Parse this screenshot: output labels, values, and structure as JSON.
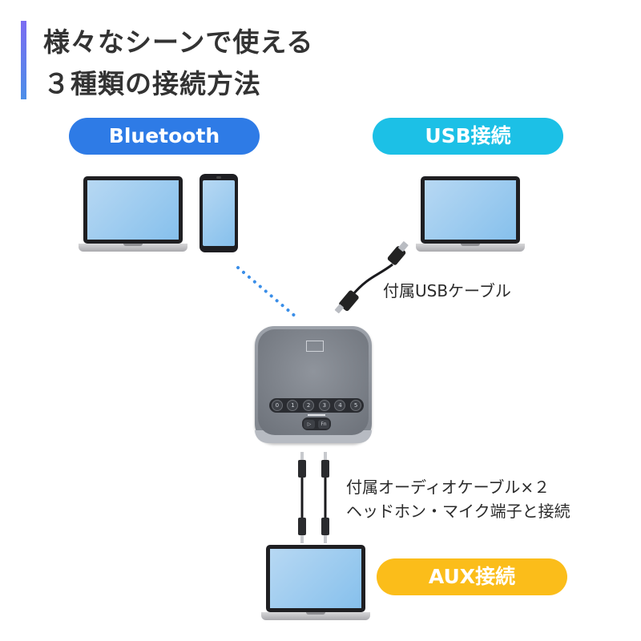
{
  "title": {
    "line1": "様々なシーンで使える",
    "line2": "３種類の接続方法"
  },
  "modes": {
    "bluetooth": "Bluetooth",
    "usb": "USB接続",
    "aux": "AUX接続"
  },
  "labels": {
    "usb_cable": "付属USBケーブル",
    "aux_cable_line1": "付属オーディオケーブル×２",
    "aux_cable_line2": "ヘッドホン・マイク端子と接続"
  },
  "speaker": {
    "buttons": [
      "0",
      "1",
      "2",
      "3",
      "4",
      "5"
    ],
    "controls": [
      "▷",
      "Fn"
    ]
  },
  "colors": {
    "bluetooth_pill": "#2e7be6",
    "usb_pill": "#1cc0e6",
    "aux_pill": "#fbbd1a",
    "title_accent": "#6a7cf0",
    "dotted_line": "#3a8ee8"
  }
}
